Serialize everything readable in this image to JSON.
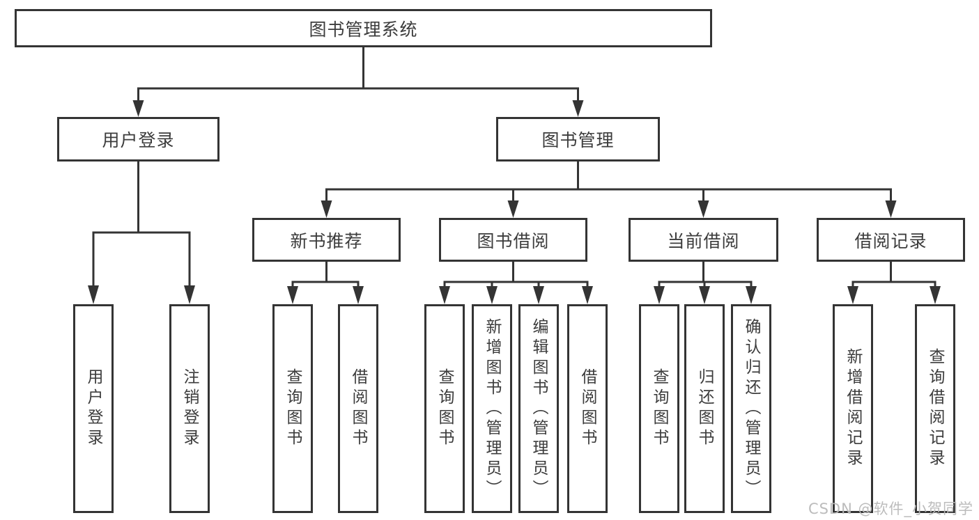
{
  "tree": {
    "root": {
      "label": "图书管理系统"
    },
    "branches": [
      {
        "label": "用户登录",
        "children": [
          {
            "label": "用户登录"
          },
          {
            "label": "注销登录"
          }
        ]
      },
      {
        "label": "图书管理",
        "children": [
          {
            "label": "新书推荐",
            "children": [
              {
                "label": "查询图书"
              },
              {
                "label": "借阅图书"
              }
            ]
          },
          {
            "label": "图书借阅",
            "children": [
              {
                "label": "查询图书"
              },
              {
                "label": "新增图书（管理员）"
              },
              {
                "label": "编辑图书（管理员）"
              },
              {
                "label": "借阅图书"
              }
            ]
          },
          {
            "label": "当前借阅",
            "children": [
              {
                "label": "查询图书"
              },
              {
                "label": "归还图书"
              },
              {
                "label": "确认归还（管理员）"
              }
            ]
          },
          {
            "label": "借阅记录",
            "children": [
              {
                "label": "新增借阅记录"
              },
              {
                "label": "查询借阅记录"
              }
            ]
          }
        ]
      }
    ]
  },
  "watermark": "CSDN @软件_小贺同学",
  "colors": {
    "line": "#343434",
    "text": "#3c3c3c",
    "watermark": "#b9b9b9",
    "background": "#ffffff"
  }
}
